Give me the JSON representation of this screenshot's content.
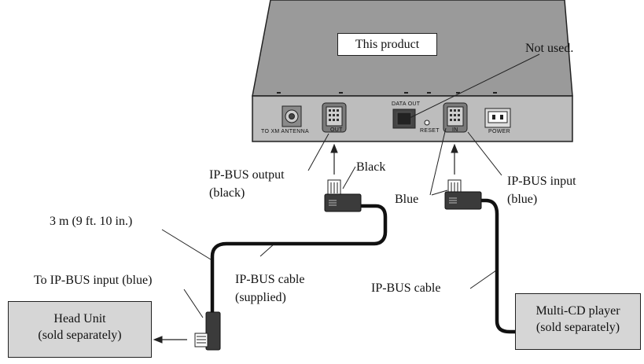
{
  "product": {
    "label": "This product"
  },
  "ports": {
    "antenna": "TO XM ANTENNA",
    "out": "OUT",
    "data_out": "DATA OUT",
    "reset": "RESET",
    "in": "IN",
    "power": "POWER"
  },
  "callouts": {
    "not_used": "Not used.",
    "ipbus_output": [
      "IP-BUS output",
      "(black)"
    ],
    "black": "Black",
    "blue": "Blue",
    "ipbus_input": [
      "IP-BUS input",
      "(blue)"
    ],
    "length": "3 m (9 ft. 10 in.)",
    "to_ipbus_input": "To IP-BUS input (blue)",
    "ipbus_cable_supplied": [
      "IP-BUS cable",
      "(supplied)"
    ],
    "ipbus_cable": "IP-BUS cable"
  },
  "devices": {
    "head_unit": [
      "Head Unit",
      "(sold separately)"
    ],
    "multi_cd": [
      "Multi-CD player",
      "(sold separately)"
    ]
  }
}
